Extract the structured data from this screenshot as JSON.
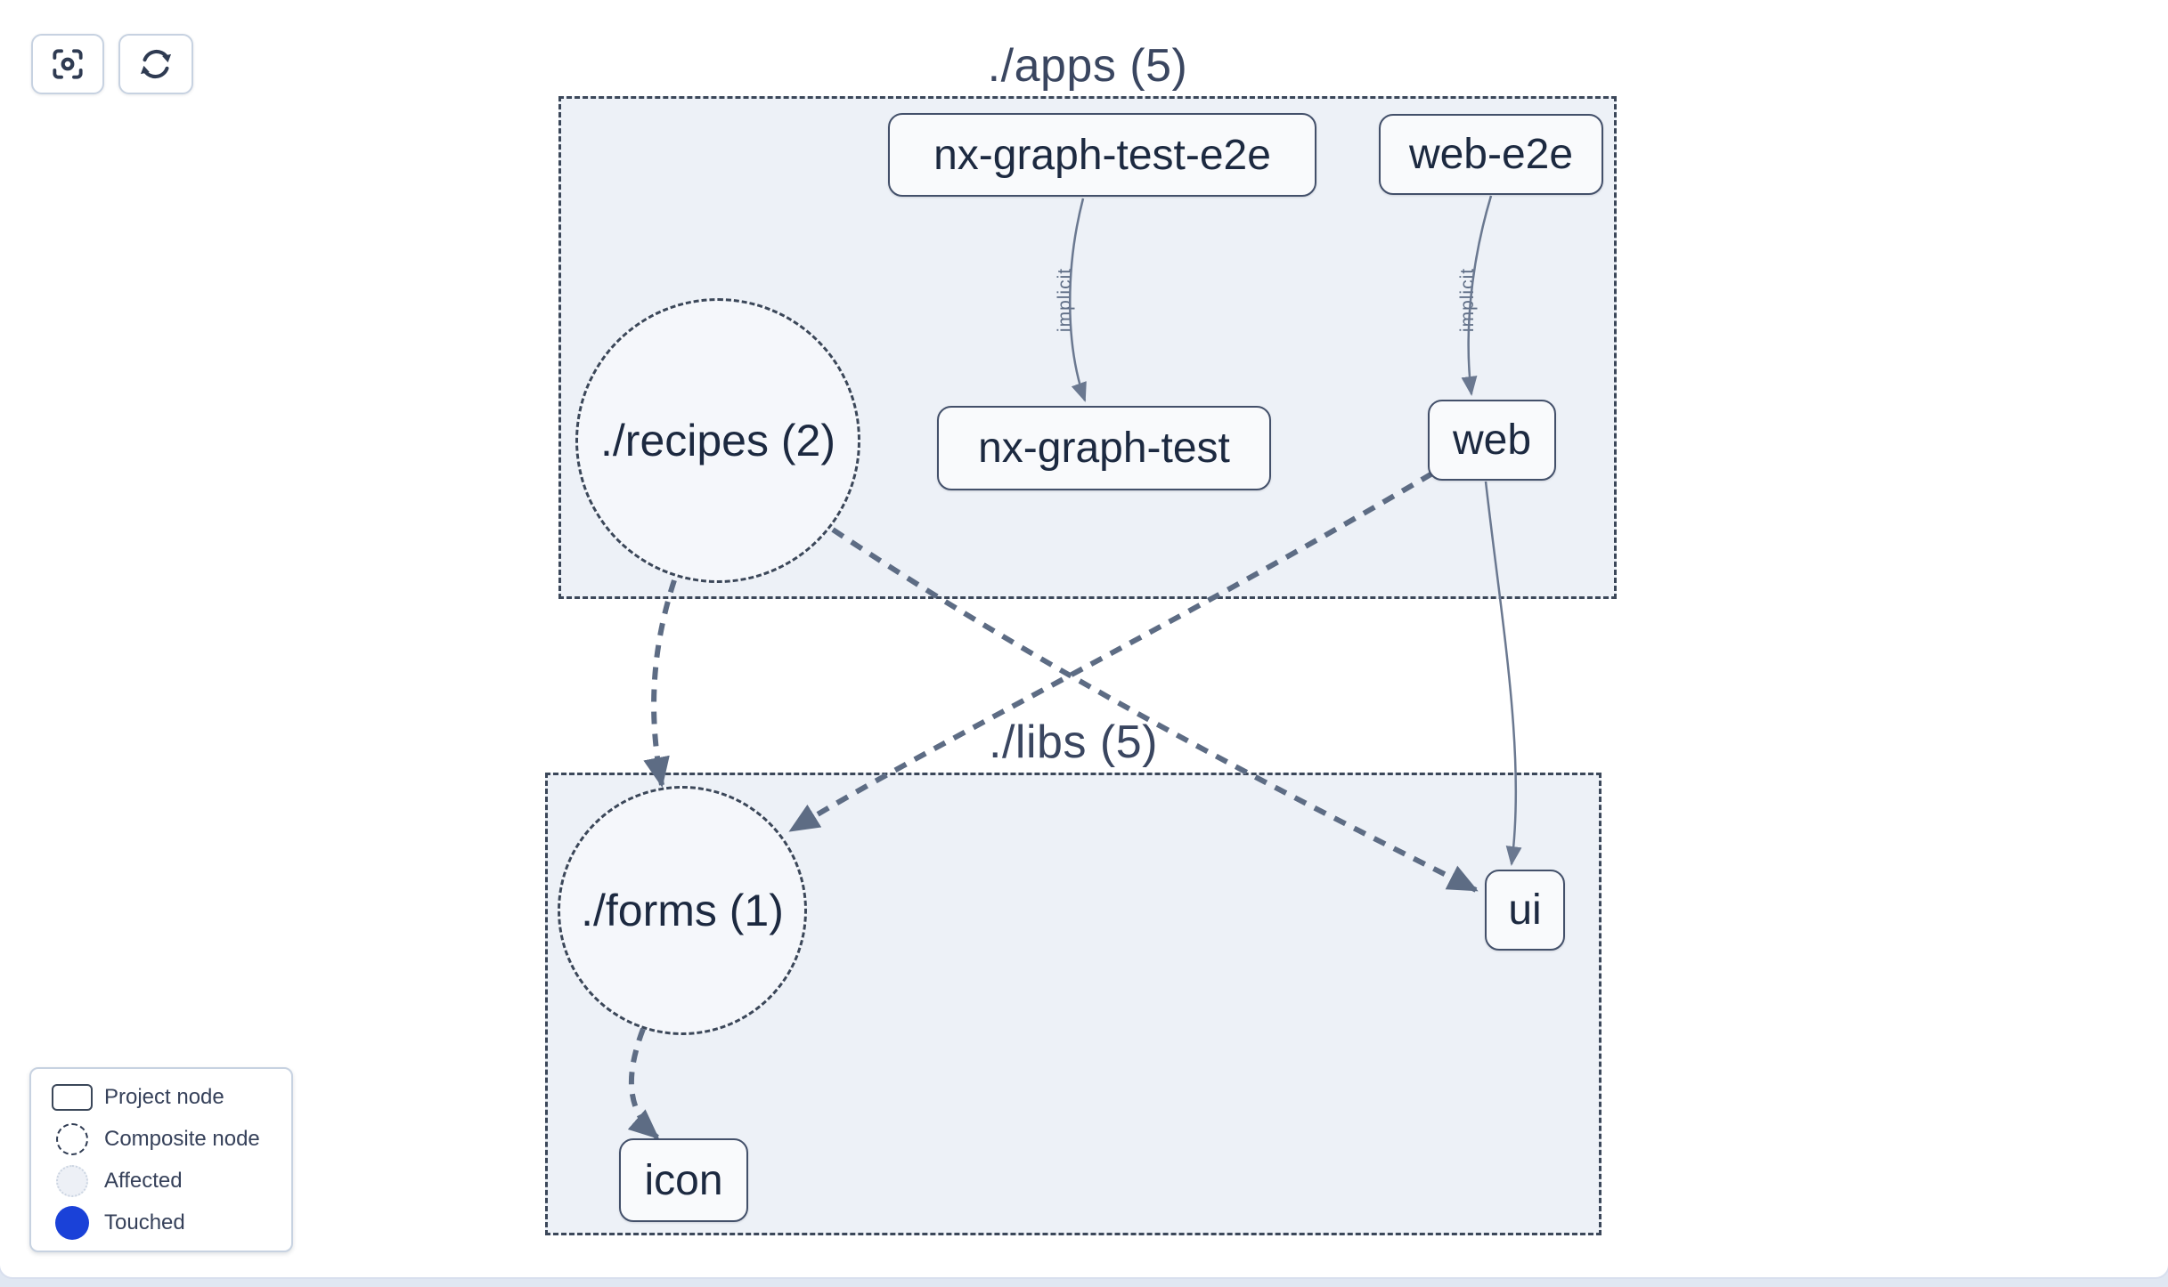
{
  "colors": {
    "frame": "#e0e7f2",
    "group_fill": "#edf1f7",
    "group_border": "#3b4759",
    "node_fill": "#f9fafc",
    "node_border": "#43506a",
    "node_text": "#1c2940",
    "edge_dashed": "#5d6c84",
    "edge_implicit": "#6a7890",
    "touched_blue": "#1a41d8",
    "affected_fill": "#edf0f6",
    "affected_border": "#ccd5e2"
  },
  "toolbar": {
    "buttons": [
      {
        "icon": "focus-icon",
        "action": "center-graph"
      },
      {
        "icon": "refresh-icon",
        "action": "refresh-graph"
      }
    ]
  },
  "graph": {
    "groups": [
      {
        "id": "apps",
        "label": "./apps (5)"
      },
      {
        "id": "libs",
        "label": "./libs (5)"
      }
    ],
    "composites": [
      {
        "id": "recipes",
        "label": "./recipes (2)",
        "group": "apps"
      },
      {
        "id": "forms",
        "label": "./forms (1)",
        "group": "libs"
      }
    ],
    "projects": [
      {
        "id": "nx-graph-test-e2e",
        "label": "nx-graph-test-e2e",
        "group": "apps"
      },
      {
        "id": "web-e2e",
        "label": "web-e2e",
        "group": "apps"
      },
      {
        "id": "nx-graph-test",
        "label": "nx-graph-test",
        "group": "apps"
      },
      {
        "id": "web",
        "label": "web",
        "group": "apps"
      },
      {
        "id": "ui",
        "label": "ui",
        "group": "libs"
      },
      {
        "id": "icon",
        "label": "icon",
        "group": "libs"
      }
    ],
    "edges": [
      {
        "from": "nx-graph-test-e2e",
        "to": "nx-graph-test",
        "label": "implicit",
        "style": "implicit"
      },
      {
        "from": "web-e2e",
        "to": "web",
        "label": "implicit",
        "style": "implicit"
      },
      {
        "from": "web",
        "to": "ui",
        "label": "",
        "style": "direct"
      },
      {
        "from": "./recipes",
        "to": "./forms",
        "label": "",
        "style": "composite"
      },
      {
        "from": "./recipes",
        "to": "ui",
        "label": "",
        "style": "composite"
      },
      {
        "from": "web",
        "to": "./forms",
        "label": "",
        "style": "composite"
      },
      {
        "from": "./forms",
        "to": "icon",
        "label": "",
        "style": "composite"
      }
    ]
  },
  "legend": {
    "items": [
      {
        "label": "Project node",
        "swatch": "project-node"
      },
      {
        "label": "Composite node",
        "swatch": "composite-node"
      },
      {
        "label": "Affected",
        "swatch": "affected"
      },
      {
        "label": "Touched",
        "swatch": "touched"
      }
    ]
  }
}
